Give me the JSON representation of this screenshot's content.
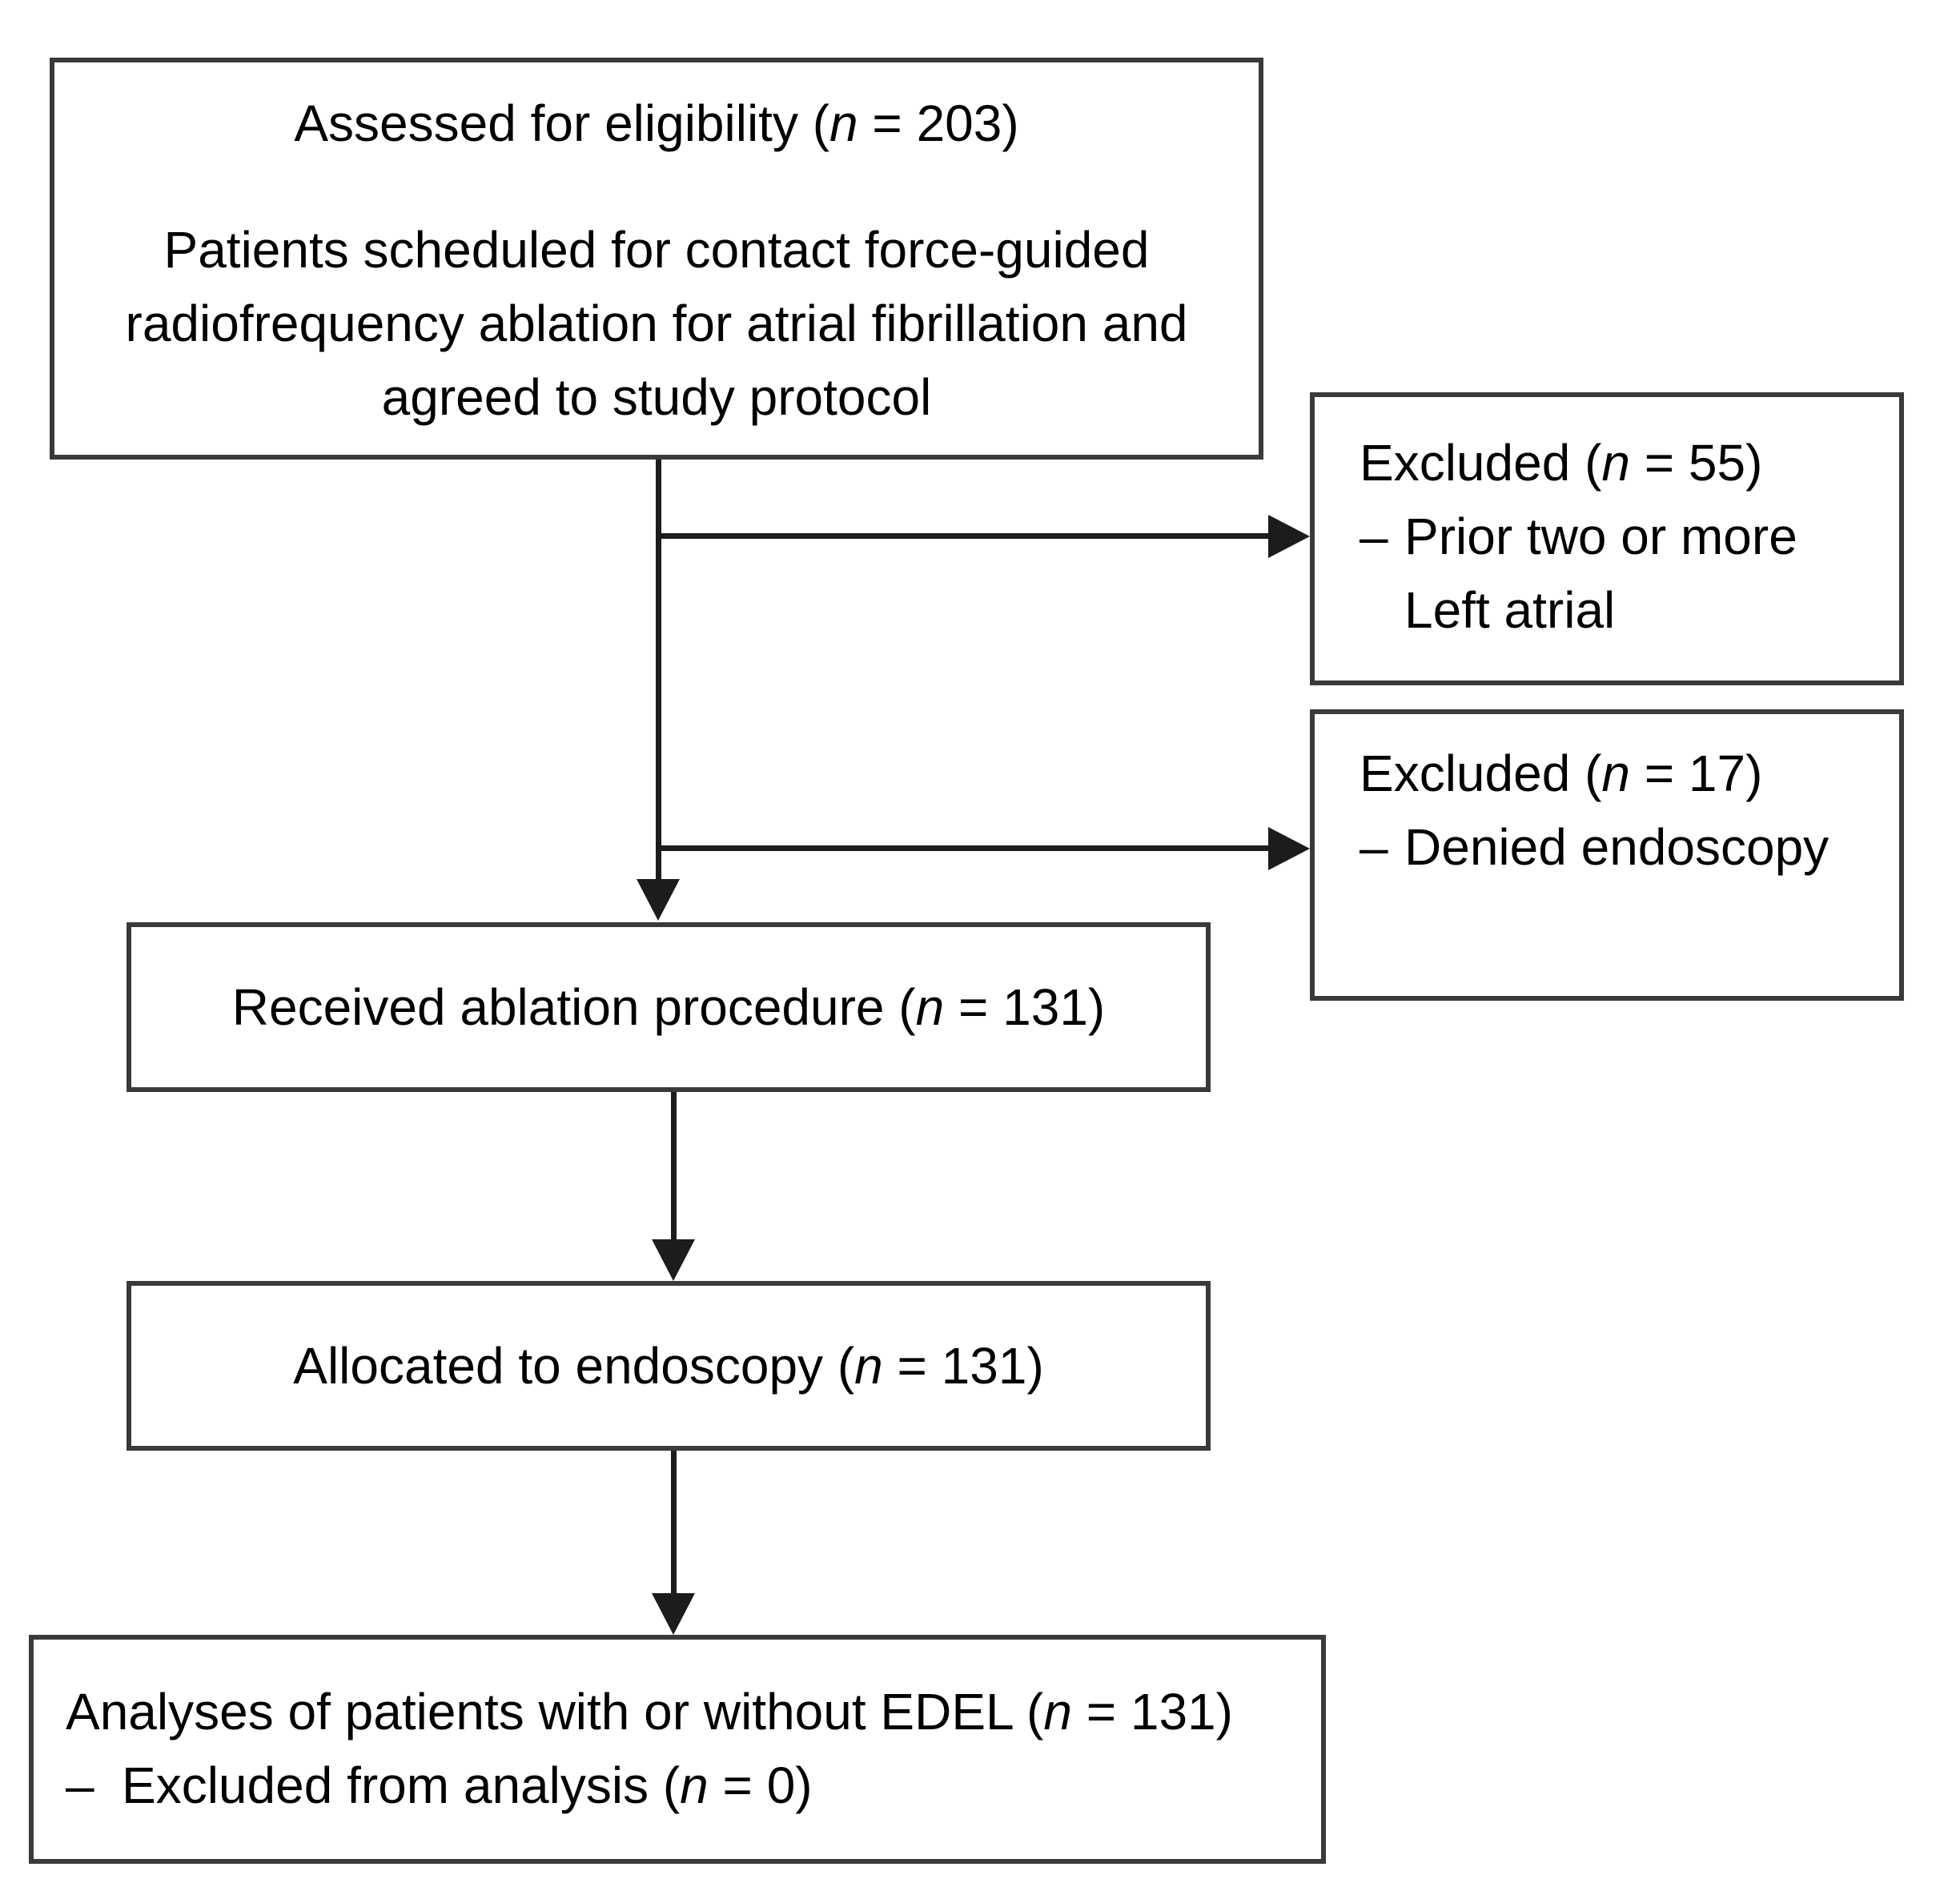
{
  "boxes": {
    "assessed": {
      "title": "Assessed for eligibility (n = 203)",
      "body_lines": [
        "Patients scheduled for contact force-guided",
        "radiofrequency ablation for atrial fibrillation and",
        "agreed to study protocol"
      ]
    },
    "excluded1": {
      "title": "Excluded (n = 55)",
      "bullet": "–",
      "reason_lines": [
        "Prior two or more",
        "Left atrial"
      ]
    },
    "excluded2": {
      "title": "Excluded (n = 17)",
      "bullet": "–",
      "reason": "Denied endoscopy"
    },
    "received": {
      "title": "Received ablation procedure (n = 131)"
    },
    "allocated": {
      "title": "Allocated to endoscopy (n = 131)"
    },
    "analysis": {
      "title": "Analyses of patients with or without EDEL (n = 131)",
      "bullet": "–",
      "note": "Excluded from analysis (n = 0)"
    }
  },
  "colors": {
    "box_border": "#3a3a3a",
    "connector": "#1c1c1c",
    "text": "#000000",
    "background": "#ffffff"
  }
}
